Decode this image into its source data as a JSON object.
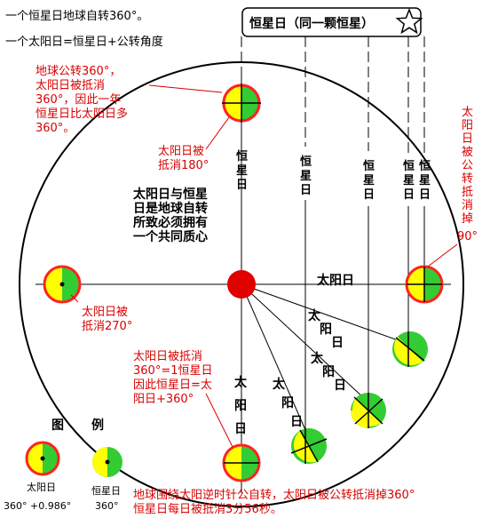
{
  "header": {
    "line1": "一个恒星日地球自转360°。",
    "line2": "一个太阳日=恒星日+公转角度"
  },
  "star_box": {
    "label": "恒星日（同一颗恒星）"
  },
  "notes": {
    "earth_orbit": [
      "地球公转360°，",
      "太阳日被抵消",
      "360°，因此一年",
      "恒星日比太阳日多",
      "360°。"
    ],
    "offset_180": [
      "太阳日被",
      "抵消180°"
    ],
    "offset_90": [
      "太",
      "阳",
      "日",
      "被",
      "公",
      "转",
      "抵",
      "消",
      "掉",
      "90°"
    ],
    "offset_270": [
      "太阳日被",
      "抵消270°"
    ],
    "offset_360": [
      "太阳日被抵消",
      "360°=1恒星日",
      "因此恒星日=太",
      "阳日+360°"
    ],
    "center_note": [
      "太阳日与恒星",
      "日是地球自转",
      "所致必须拥有",
      "一个共同质心"
    ],
    "bottom": [
      "地球围绕太阳逆时针公自转，太阳日被公转抵消掉360°",
      "恒星日每日被抵消3分56秒。"
    ]
  },
  "labels": {
    "sidereal_vertical": "恒星日",
    "solar_horizontal": "太阳日",
    "solar_diag": "太阳日",
    "solar_down": "太阳日"
  },
  "legend": {
    "title": [
      "图",
      "例"
    ],
    "solar_label": "太阳日",
    "solar_value": "360° +0.986°",
    "sidereal_label": "恒星日",
    "sidereal_value": "360°"
  },
  "colors": {
    "sun": "#e00000",
    "earth_yellow": "#ffff00",
    "earth_green": "#33cc33",
    "rim_red": "#ff2222",
    "note_red": "#d80000"
  }
}
